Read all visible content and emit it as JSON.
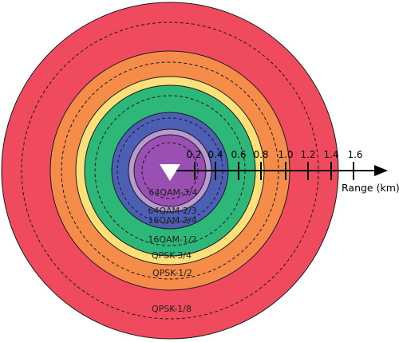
{
  "zones": [
    {
      "label": "QPSK-1/8",
      "color": "#f04a5e"
    },
    {
      "label": "QPSK-1/2",
      "color": "#f58c4a"
    },
    {
      "label": "QPSK-3/4",
      "color": "#fde07a"
    },
    {
      "label": "16QAM-1/2",
      "color": "#2db779"
    },
    {
      "label": "16QAM-3/4",
      "color": "#4d5fb4"
    },
    {
      "label": "64QAM-2/3",
      "color": "#b99ad0"
    },
    {
      "label": "64QAM-3/4",
      "color": "#9a4fb3"
    }
  ],
  "transmitter": {
    "icon": "base-station-triangle-icon",
    "color": "#ffffff"
  },
  "axis": {
    "label": "Range (km)",
    "ticks": [
      "0.2",
      "0.4",
      "0.6",
      "0.8",
      "1.0",
      "1.2",
      "1.4",
      "1.6"
    ]
  }
}
